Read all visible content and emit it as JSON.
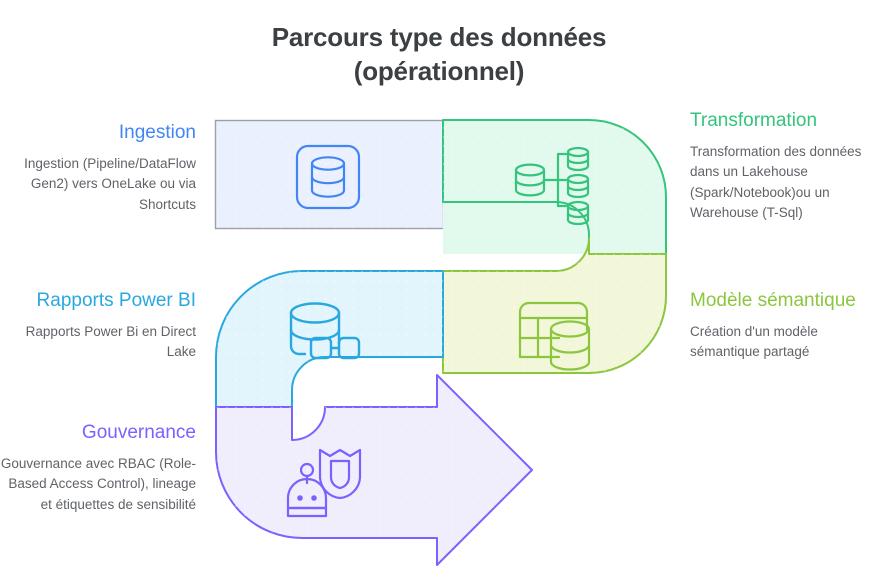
{
  "title": {
    "line1": "Parcours type des données",
    "line2": "(opérationnel)"
  },
  "colors": {
    "ingestion_accent": "#4285f4",
    "ingestion_fill": "#eaf0fd",
    "ingestion_stroke": "#9aa0a6",
    "transformation_accent": "#34c47c",
    "transformation_fill": "#e2f9ee",
    "transformation_stroke": "#34c47c",
    "powerbi_accent": "#29a8e0",
    "powerbi_fill": "#e2f5fd",
    "powerbi_stroke": "#29a8e0",
    "semantique_accent": "#8cc63f",
    "semantique_fill": "#f2f7d9",
    "semantique_stroke": "#8cc63f",
    "gouvernance_accent": "#7b61ff",
    "gouvernance_fill": "#f0edfc",
    "gouvernance_stroke": "#7b61ff",
    "title_text": "#3c4043",
    "body_text": "#5f6368",
    "background": "#ffffff"
  },
  "stages": [
    {
      "id": "ingestion",
      "heading": "Ingestion",
      "body": "Ingestion (Pipeline/DataFlow Gen2) vers OneLake ou via Shortcuts",
      "icon": "database-in-rounded-square-icon",
      "side": "left"
    },
    {
      "id": "transformation",
      "heading": "Transformation",
      "body": "Transformation des données dans un Lakehouse (Spark/Notebook)ou un Warehouse (T-Sql)",
      "icon": "database-fanout-icon",
      "side": "right"
    },
    {
      "id": "semantique",
      "heading": "Modèle sémantique",
      "body": "Création d'un modèle sémantique partagé",
      "icon": "table-with-database-icon",
      "side": "right"
    },
    {
      "id": "powerbi",
      "heading": "Rapports Power BI",
      "body": "Rapports Power Bi en Direct Lake",
      "icon": "database-with-nodes-icon",
      "side": "left"
    },
    {
      "id": "gouvernance",
      "heading": "Gouvernance",
      "body": "Gouvernance avec RBAC (Role-Based Access Control), lineage et étiquettes de sensibilité",
      "icon": "robot-with-shield-icon",
      "side": "left"
    }
  ]
}
